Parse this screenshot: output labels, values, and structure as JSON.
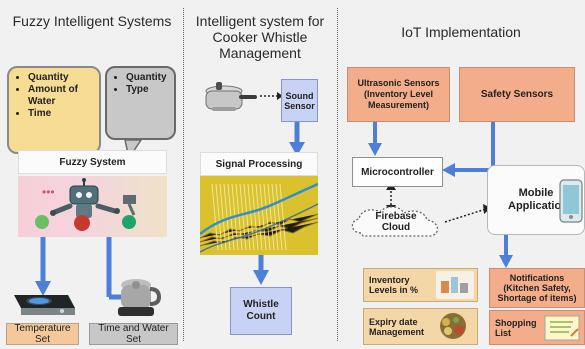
{
  "columns": {
    "left": {
      "title": "Fuzzy Intelligent Systems",
      "bubble_left_items": [
        "Quantity",
        "Amount of Water",
        "Time"
      ],
      "bubble_right_items": [
        "Quantity",
        "Type"
      ],
      "fuzzy_system_label": "Fuzzy System",
      "temperature_set_label": "Temperature Set",
      "time_water_set_label": "Time and Water Set"
    },
    "middle": {
      "title": "Intelligent system for Cooker Whistle Management",
      "sound_sensor_label": "Sound Sensor",
      "signal_processing_label": "Signal Processing",
      "whistle_count_label": "Whistle Count"
    },
    "right": {
      "title": "IoT Implementation",
      "ultrasonic_label": "Ultrasonic Sensors (Inventory Level Measurement)",
      "safety_label": "Safety Sensors",
      "microcontroller_label": "Microcontroller",
      "firebase_label": "Firebase Cloud",
      "mobile_app_label": "Mobile Application",
      "notifications_label": "Notifications (Kitchen Safety, Shortage of items)",
      "inventory_levels_label": "Inventory Levels in %",
      "expiry_label": "Expiry date Management",
      "shopping_list_label": "Shopping List"
    }
  },
  "colors": {
    "background": "#f1f1f1",
    "yellow_bubble": "#f6dd93",
    "gray_bubble": "#c8c8c8",
    "blue_arrow": "#4d7fd8",
    "salmon": "#f3ad8b",
    "lavender": "#c8d2f4",
    "tan": "#f4d7a7",
    "cream": "#f3e8d0",
    "purple_box": "#b8c3f4"
  },
  "icons": {
    "robot": "robot-icon",
    "cooker": "pressure-cooker-icon",
    "induction": "induction-cooktop-icon",
    "wet_grinder": "wet-grinder-icon",
    "phone": "mobile-phone-icon",
    "inventory": "inventory-icon",
    "expiry": "expiry-icon",
    "shopping": "shopping-list-icon"
  }
}
